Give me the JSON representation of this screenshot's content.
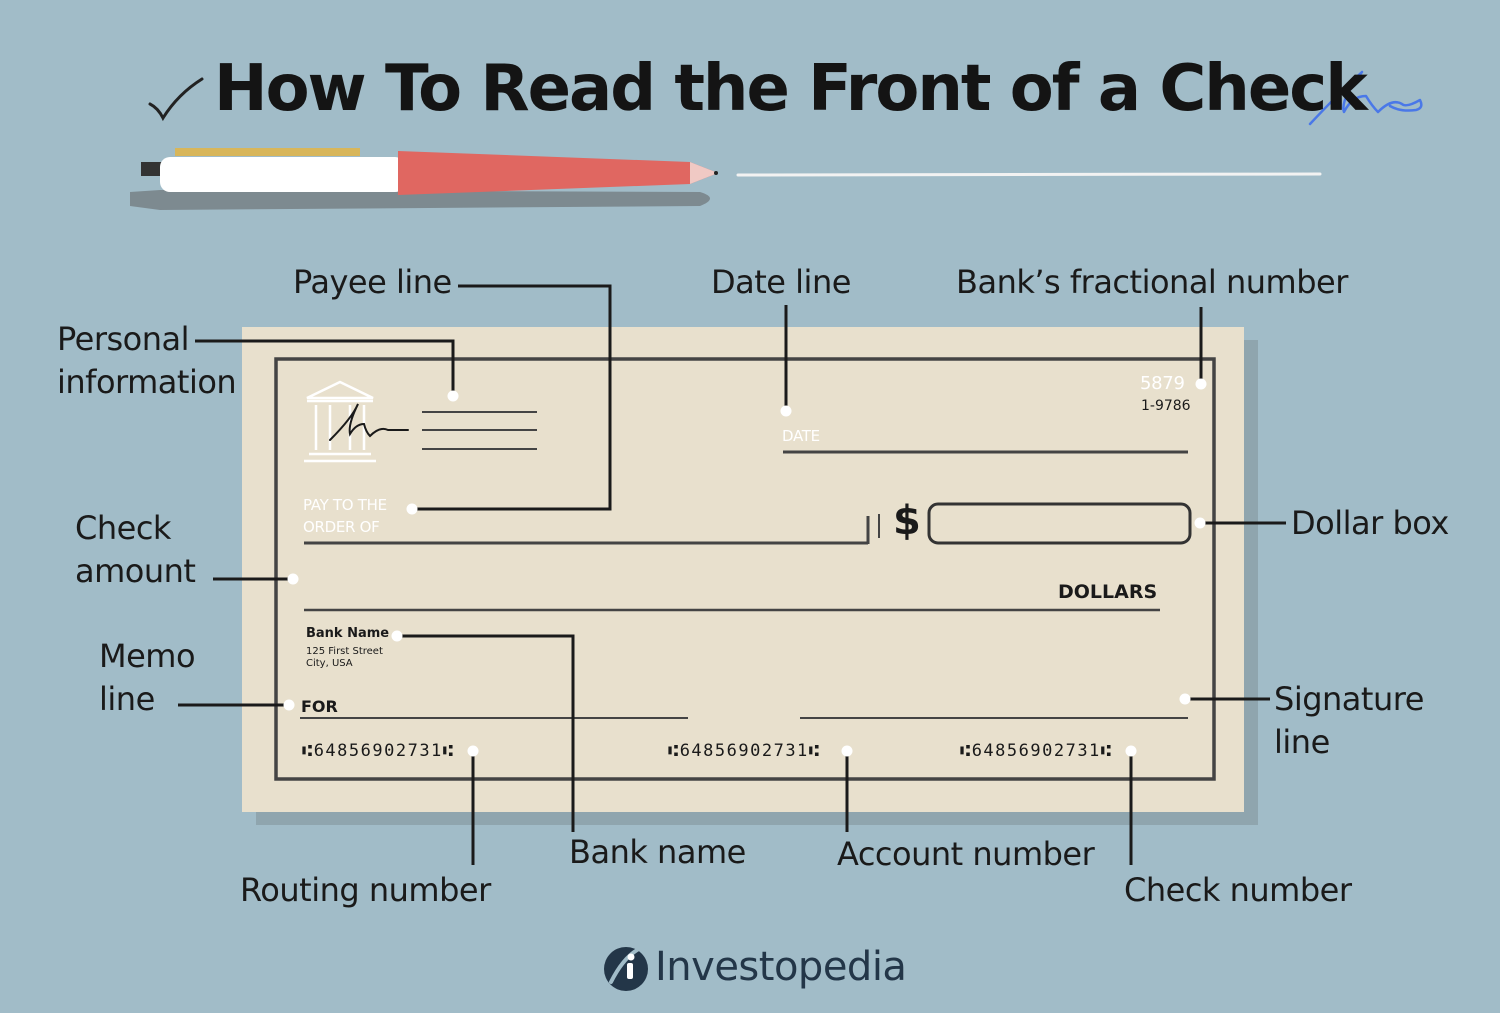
{
  "title": "How To Read the Front of a Check",
  "labels": {
    "payee": "Payee line",
    "date": "Date line",
    "fractional": "Bank’s fractional number",
    "personal_1": "Personal",
    "personal_2": "information",
    "check_amount_1": "Check",
    "check_amount_2": "amount",
    "dollar_box": "Dollar box",
    "memo_1": "Memo",
    "memo_2": "line",
    "signature_1": "Signature",
    "signature_2": "line",
    "routing": "Routing number",
    "bank_name": "Bank name",
    "account": "Account number",
    "check_number": "Check number"
  },
  "check": {
    "check_no": "5879",
    "fraction": "1-9786",
    "date_label": "DATE",
    "pay_to_1": "PAY TO THE",
    "pay_to_2": "ORDER OF",
    "dollar_sign": "$",
    "dollars": "DOLLARS",
    "bank_name": "Bank Name",
    "address_1": "125 First Street",
    "address_2": "City, USA",
    "memo": "FOR",
    "micr_routing": "⑆64856902731⑆",
    "micr_account": "⑆64856902731⑆",
    "micr_check": "⑆64856902731⑆"
  },
  "brand": "Investopedia",
  "colors": {
    "background": "#a1bcc8",
    "check_paper": "#e8e0cd",
    "check_border": "#444444",
    "pen_body": "#e06761",
    "signature_blue": "#4a78e8",
    "brand_navy": "#233648"
  }
}
